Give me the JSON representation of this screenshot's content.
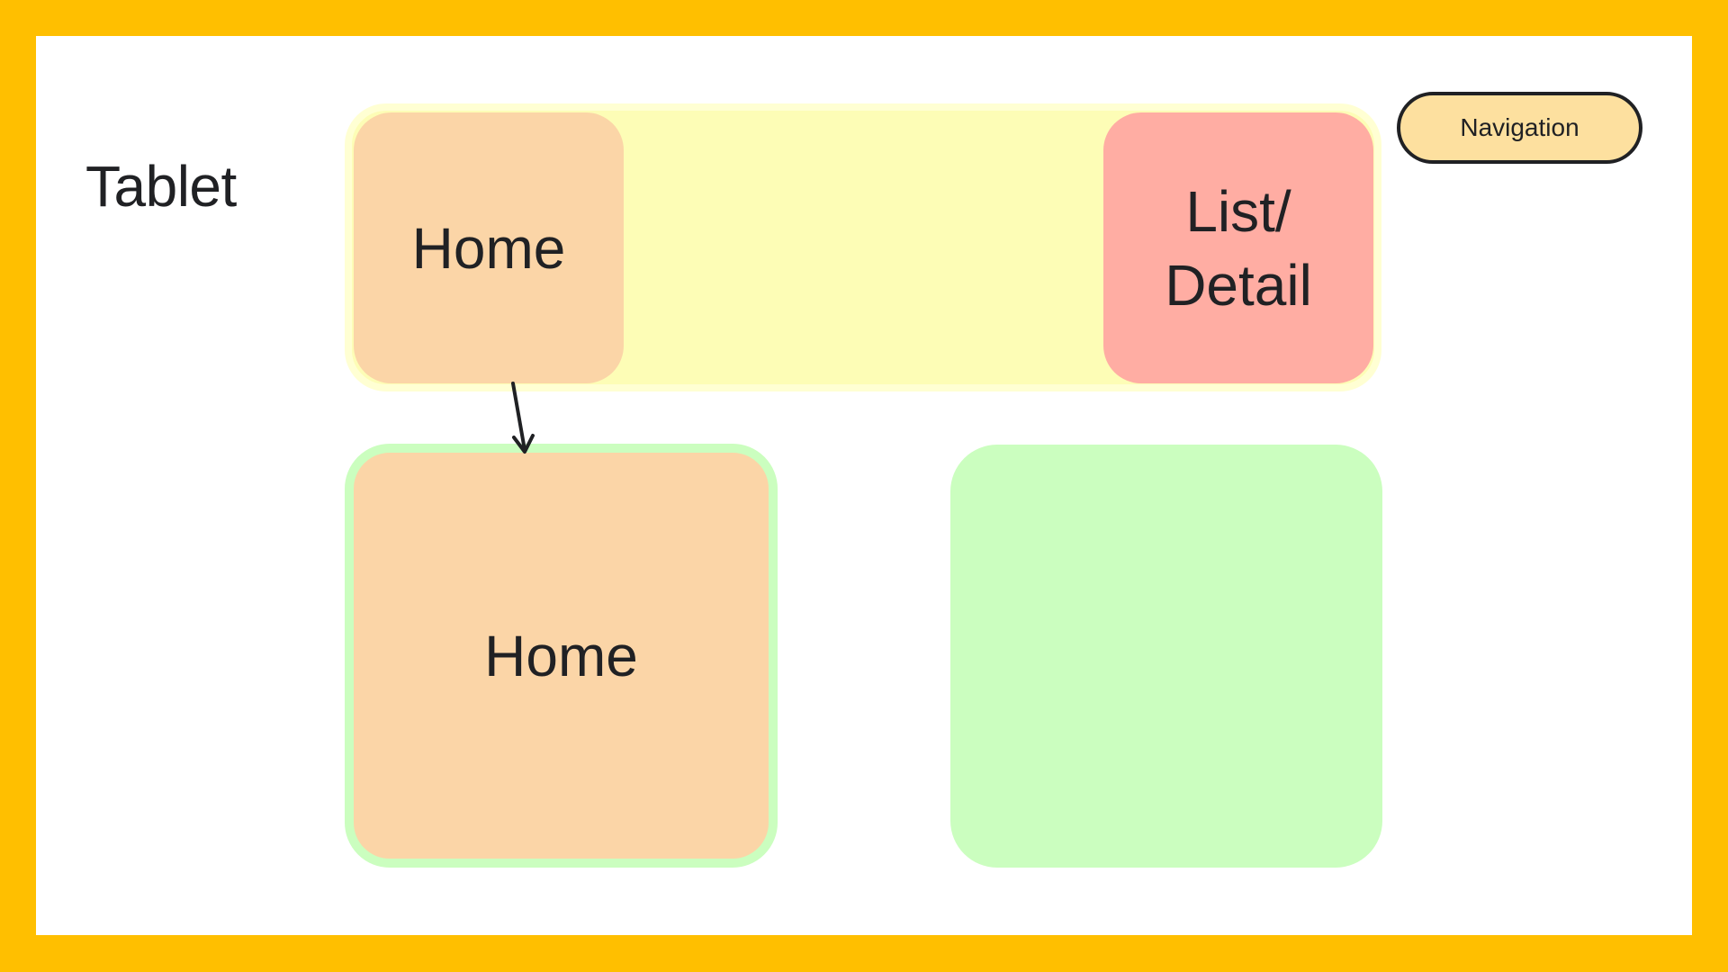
{
  "diagram": {
    "title": "Tablet",
    "navigation_label": "Navigation",
    "top_row": {
      "home_label": "Home",
      "list_detail_label": "List/\nDetail"
    },
    "bottom_row": {
      "home_label": "Home"
    },
    "colors": {
      "border": "#FFBF00",
      "nav_strip": "#FDFDB6",
      "home": "#FBD5A7",
      "list_detail": "#FFADA3",
      "content_pane": "#CBFEBF",
      "nav_pill": "#FDE09F"
    }
  }
}
